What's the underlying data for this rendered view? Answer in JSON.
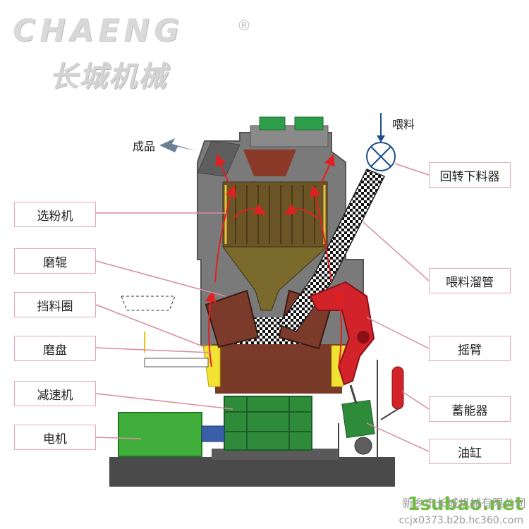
{
  "brand": {
    "logo_en": "CHAENG",
    "logo_reg": "®",
    "logo_cn": "长城机械"
  },
  "labels": {
    "product": "成品",
    "feed": "喂料",
    "rotary_feeder": "回转下料器",
    "separator": "选粉机",
    "roller": "磨辊",
    "feed_chute": "喂料溜管",
    "dam_ring": "挡料圈",
    "table": "磨盘",
    "rocker_arm": "摇臂",
    "reducer": "减速机",
    "accumulator": "蓄能器",
    "motor": "电机",
    "cylinder": "油缸"
  },
  "watermark": {
    "company": "新乡市长城机械有限公司",
    "site": "1subao.net",
    "url": "ccjx0373.b2b.hc360.com"
  },
  "colors": {
    "label_border": "#e6a8b4",
    "leader_line": "#d98aa0",
    "housing": "#6e6e6e",
    "separator": "#6b5526",
    "reducer": "#2e8b3a",
    "motor": "#3fae3a",
    "rocker": "#d2232a",
    "flow_arrow": "#e02020",
    "yellow": "#f2e233"
  }
}
